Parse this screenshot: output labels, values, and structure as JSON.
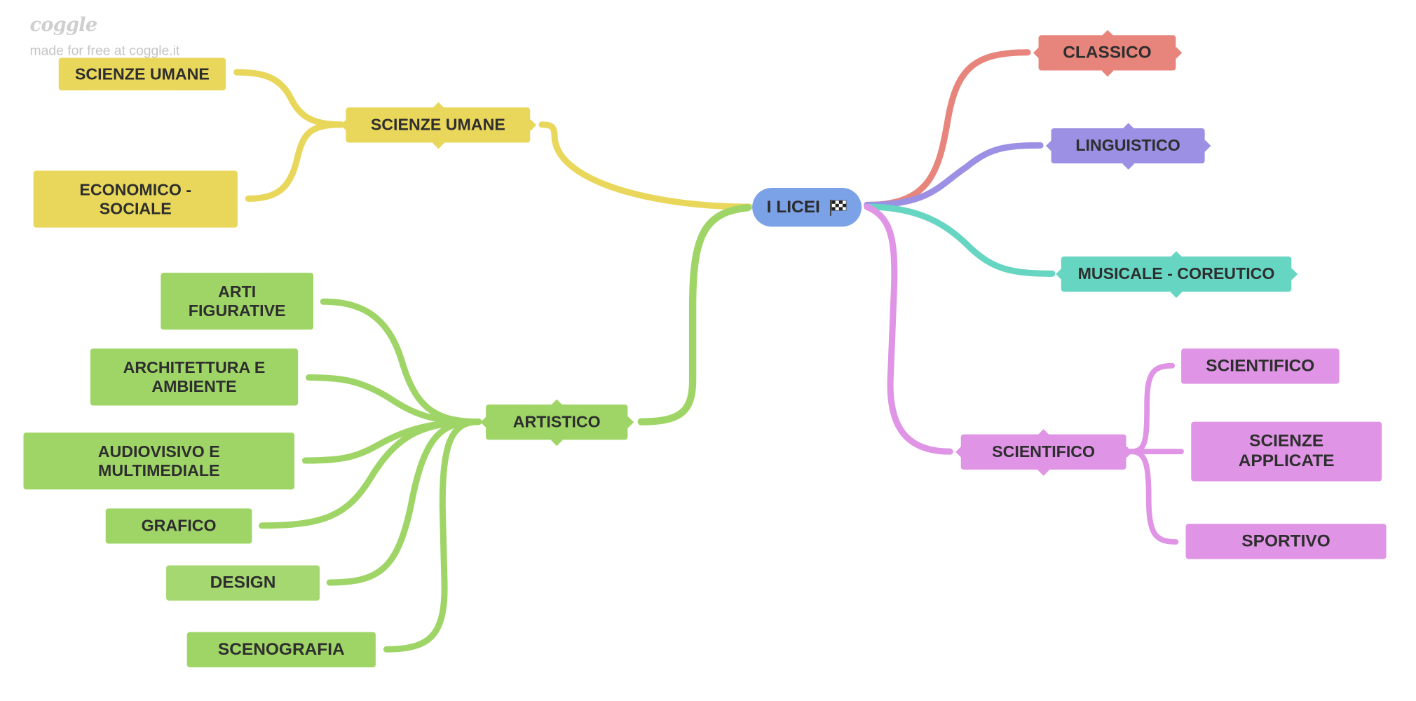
{
  "brand": {
    "name": "coggle",
    "tagline": "made for free at coggle.it"
  },
  "colors": {
    "yellow": "#e9d75b",
    "green": "#9fd566",
    "red": "#e7857c",
    "purple": "#9b90e3",
    "teal": "#66d5c1",
    "pink": "#df94e6",
    "root": "#7ba1e6"
  },
  "root": {
    "label": "I LICEI",
    "icon": "checkered-flag-icon"
  },
  "branches": {
    "scienze_umane": {
      "label": "SCIENZE UMANE",
      "children": [
        "SCIENZE UMANE",
        "ECONOMICO - SOCIALE"
      ]
    },
    "artistico": {
      "label": "ARTISTICO",
      "children": [
        "ARTI FIGURATIVE",
        "ARCHITETTURA E AMBIENTE",
        "AUDIOVISIVO E MULTIMEDIALE",
        "GRAFICO",
        "DESIGN",
        "SCENOGRAFIA"
      ]
    },
    "classico": {
      "label": "CLASSICO"
    },
    "linguistico": {
      "label": "LINGUISTICO"
    },
    "musicale": {
      "label": "MUSICALE - COREUTICO"
    },
    "scientifico": {
      "label": "SCIENTIFICO",
      "children": [
        "SCIENTIFICO",
        "SCIENZE APPLICATE",
        "SPORTIVO"
      ]
    }
  }
}
